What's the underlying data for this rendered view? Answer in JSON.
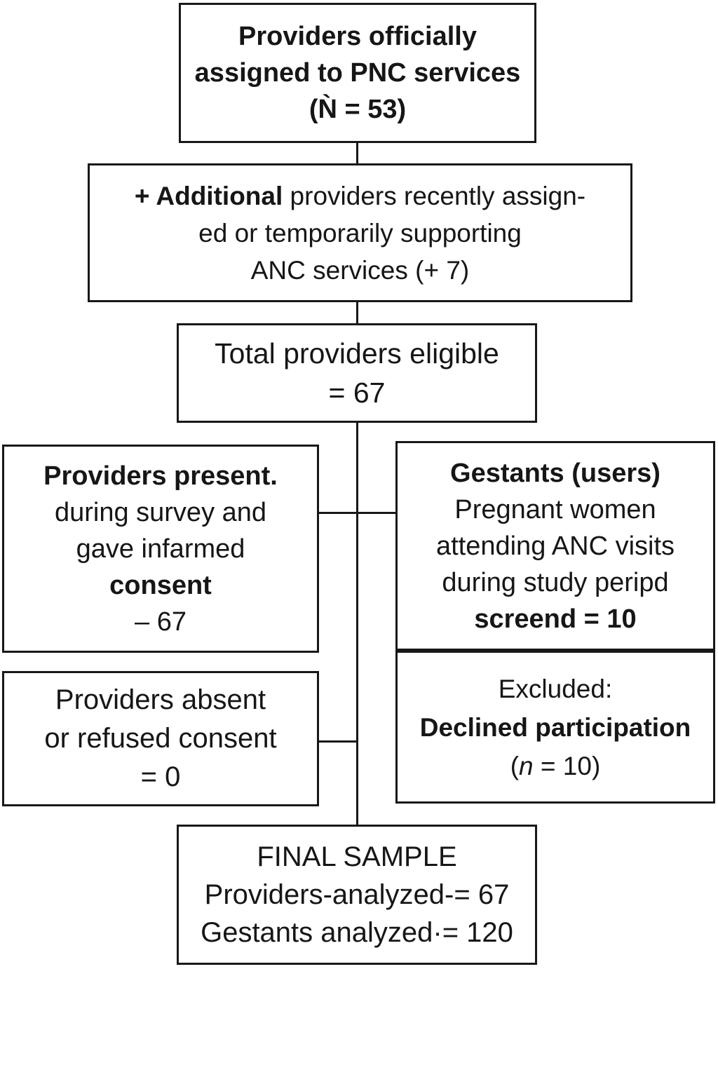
{
  "flowchart": {
    "top": {
      "l1": "Providers officially",
      "l2": "assigned to PNC services",
      "l3": "(Ǹ = 53)"
    },
    "additional": {
      "lead": "+ Additional",
      "l1_rest": " providers recently assign-",
      "l2": "ed or temporarily supporting",
      "l3": "ANC services (+ 7)"
    },
    "eligible": {
      "l1": "Total providers eligible",
      "l2": "= 67"
    },
    "present": {
      "l1": "Providers present.",
      "l2": "during survey and",
      "l3": "gave infarmed",
      "l4": "consent",
      "l5": "– 67"
    },
    "gestants": {
      "l1": "Gestants (users)",
      "l2": "Pregnant women",
      "l3": "attending ANC visits",
      "l4": "during study peripd",
      "l5": "screend = 10"
    },
    "absent": {
      "l1": "Providers absent",
      "l2": "or refused consent",
      "l3": "= 0"
    },
    "excluded": {
      "l1": "Excluded:",
      "l2": "Declined participation",
      "l3_open": "(",
      "l3_n": "n",
      "l3_rest": " = 10)"
    },
    "final": {
      "l1": "FINAL SAMPLE",
      "l2": "Providers-analyzed-= 67",
      "l3": "Gestants analyzed·= 120"
    },
    "line_color": "#181818",
    "background_color": "#ffffff"
  }
}
